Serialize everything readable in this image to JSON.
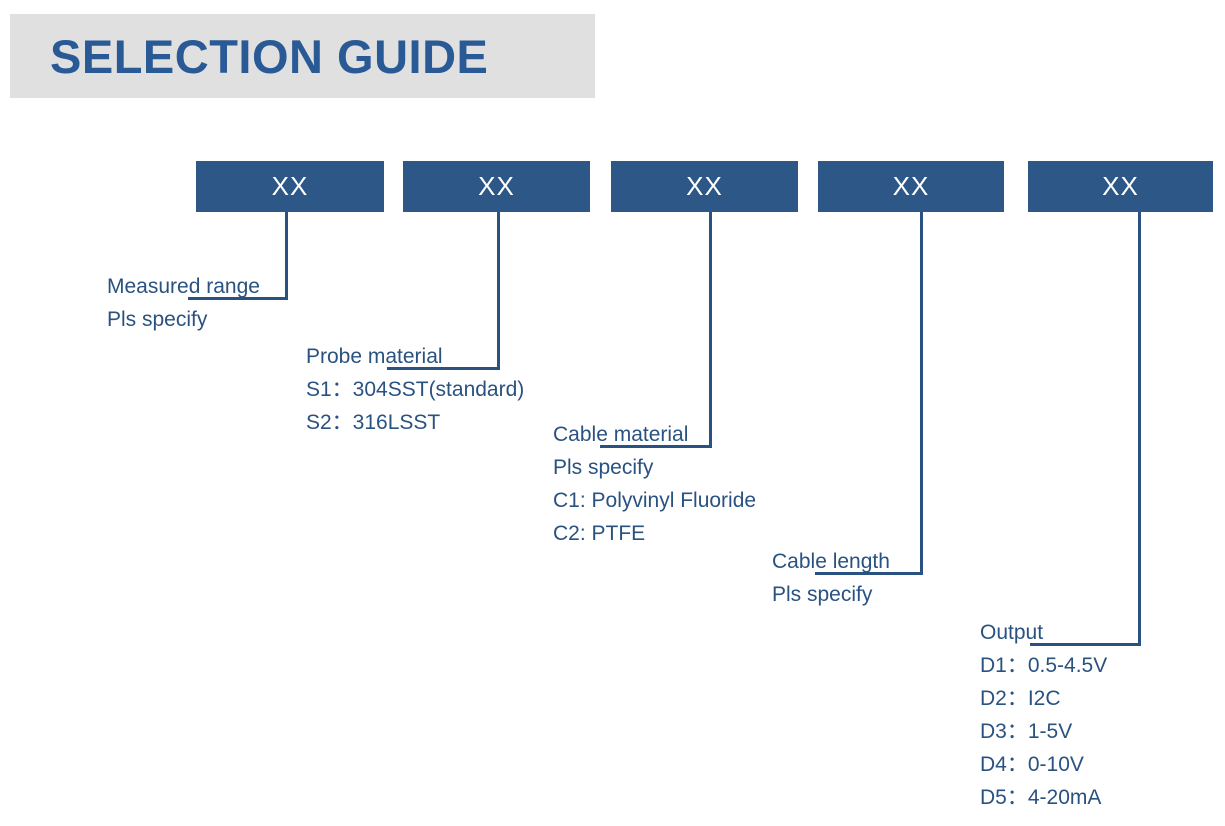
{
  "header": {
    "title": "SELECTION GUIDE",
    "band_color": "#e0e0e0",
    "title_color": "#2a5a96"
  },
  "theme": {
    "box_fill": "#2c5786",
    "box_text": "#ffffff",
    "line_color": "#2a5280",
    "label_text": "#2a5280",
    "page_background": "#ffffff"
  },
  "code_boxes": [
    {
      "label": "XX",
      "name": "measured-range"
    },
    {
      "label": "XX",
      "name": "probe-material"
    },
    {
      "label": "XX",
      "name": "cable-material"
    },
    {
      "label": "XX",
      "name": "cable-length"
    },
    {
      "label": "XX",
      "name": "output"
    }
  ],
  "groups": [
    {
      "title": "Measured range",
      "options": [
        "Pls specify"
      ]
    },
    {
      "title": "Probe material",
      "options": [
        "S1：304SST(standard)",
        "S2：316LSST"
      ]
    },
    {
      "title": "Cable material",
      "options": [
        "Pls specify",
        "C1: Polyvinyl Fluoride",
        "C2: PTFE"
      ]
    },
    {
      "title": "Cable length",
      "options": [
        "Pls specify"
      ]
    },
    {
      "title": "Output",
      "options": [
        "D1：0.5-4.5V",
        "D2：I2C",
        "D3：1-5V",
        "D4：0-10V",
        "D5：4-20mA"
      ]
    }
  ]
}
